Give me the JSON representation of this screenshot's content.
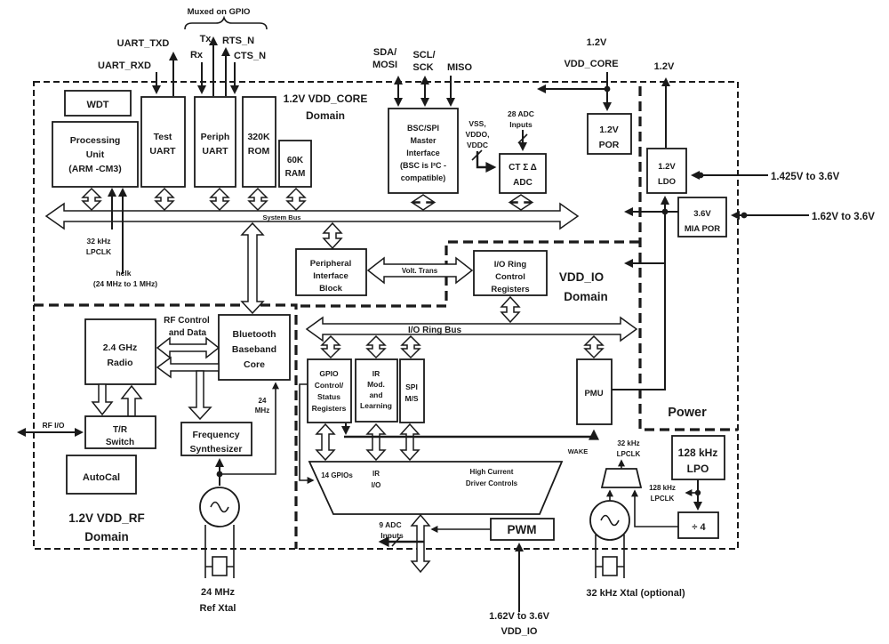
{
  "colors": {
    "ink": "#1a1a1a",
    "background": "#ffffff"
  },
  "top_signals": {
    "muxed_on_gpio": "Muxed on GPIO",
    "uart_txd": "UART_TXD",
    "uart_rxd": "UART_RXD",
    "tx": "Tx",
    "rx": "Rx",
    "rts_n": "RTS_N",
    "cts_n": "CTS_N",
    "sda": "SDA/",
    "mosi": "MOSI",
    "scl": "SCL/",
    "sck": "SCK",
    "miso": "MISO",
    "vdd_core_v": "1.2V",
    "vdd_core": "VDD_CORE",
    "v12": "1.2V"
  },
  "right_signals": {
    "v1425": "1.425V to 3.6V",
    "v162": "1.62V to 3.6V"
  },
  "core_domain": {
    "label1": "1.2V VDD_CORE",
    "label2": "Domain",
    "wdt": "WDT",
    "pu": [
      "Processing",
      "Unit",
      "(ARM -CM3)"
    ],
    "test_uart": [
      "Test",
      "UART"
    ],
    "periph_uart": [
      "Periph",
      "UART"
    ],
    "rom": [
      "320K",
      "ROM"
    ],
    "ram": [
      "60K",
      "RAM"
    ],
    "bsc": [
      "BSC/SPI",
      "Master",
      "Interface",
      "(BSC is I²C -",
      "compatible)"
    ],
    "adc": [
      "CT Σ Δ",
      "ADC"
    ],
    "adc_supply": [
      "VSS,",
      "VDDO,",
      "VDDC"
    ],
    "adc_inputs": [
      "28 ADC",
      "Inputs"
    ],
    "por": [
      "1.2V",
      "POR"
    ],
    "system_bus": "System Bus",
    "lpclk": [
      "32 kHz",
      "LPCLK"
    ],
    "hclk": [
      "hclk",
      "(24 MHz to 1 MHz)"
    ],
    "pib": [
      "Peripheral",
      "Interface",
      "Block"
    ],
    "volt_trans": "Volt. Trans"
  },
  "io_domain": {
    "label1": "VDD_IO",
    "label2": "Domain",
    "iorc": [
      "I/O Ring",
      "Control",
      "Registers"
    ],
    "ring_bus": "I/O Ring Bus",
    "gpio": [
      "GPIO",
      "Control/",
      "Status",
      "Registers"
    ],
    "ir": [
      "IR",
      "Mod.",
      "and",
      "Learning"
    ],
    "spi": [
      "SPI",
      "M/S"
    ],
    "pmu": "PMU",
    "trapezoid": {
      "gpios": "14 GPIOs",
      "ir1": "IR",
      "ir2": "I/O",
      "hc1": "High Current",
      "hc2": "Driver Controls"
    },
    "wake": "WAKE",
    "adc9": [
      "9 ADC",
      "Inputs"
    ],
    "pwm": "PWM",
    "mux_out": [
      "32 kHz",
      "LPCLK"
    ]
  },
  "rf_domain": {
    "label1": "1.2V VDD_RF",
    "label2": "Domain",
    "radio": [
      "2.4 GHz",
      "Radio"
    ],
    "bbc": [
      "Bluetooth",
      "Baseband",
      "Core"
    ],
    "rf_ctrl": [
      "RF Control",
      "and Data"
    ],
    "tr": [
      "T/R",
      "Switch"
    ],
    "fs": [
      "Frequency",
      "Synthesizer"
    ],
    "autocal": "AutoCal",
    "rf_io": "RF I/O",
    "mhz24": [
      "24",
      "MHz"
    ]
  },
  "power": {
    "label": "Power",
    "ldo": [
      "1.2V",
      "LDO"
    ],
    "mia": [
      "3.6V",
      "MIA POR"
    ],
    "lpo": [
      "128 kHz",
      "LPO"
    ],
    "div4": "÷ 4",
    "lpclk128": [
      "128 kHz",
      "LPCLK"
    ]
  },
  "bottom": {
    "xtal24": [
      "24 MHz",
      "Ref Xtal"
    ],
    "xtal32": "32 kHz Xtal (optional)",
    "vddio": [
      "1.62V to 3.6V",
      "VDD_IO"
    ]
  }
}
